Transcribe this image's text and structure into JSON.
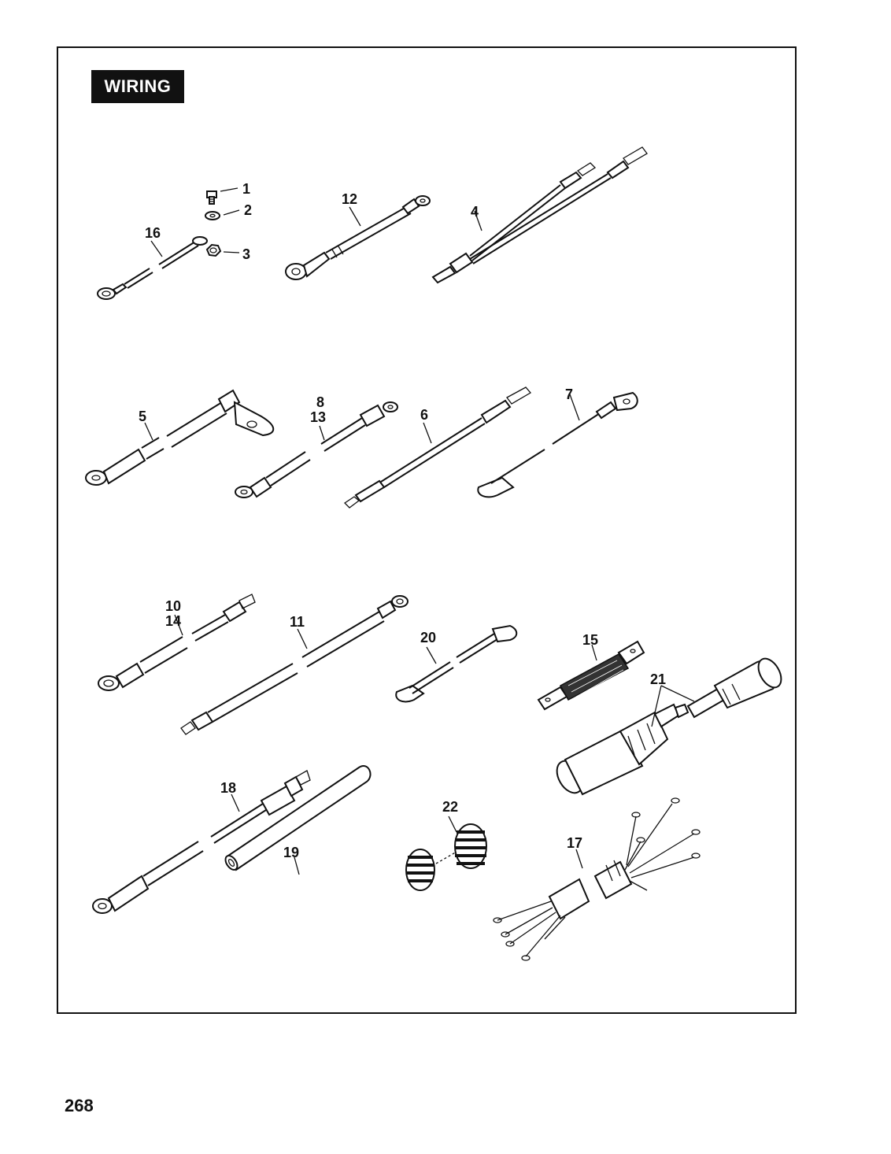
{
  "header": {
    "section_label": "WIRING"
  },
  "footer": {
    "page_number": "268"
  },
  "callouts": {
    "c1": "1",
    "c2": "2",
    "c3": "3",
    "c4": "4",
    "c5": "5",
    "c6": "6",
    "c7": "7",
    "c8": "8",
    "c13": "13",
    "c10": "10",
    "c14": "14",
    "c11": "11",
    "c12": "12",
    "c15": "15",
    "c16": "16",
    "c17": "17",
    "c18": "18",
    "c19": "19",
    "c20": "20",
    "c21": "21",
    "c22": "22"
  }
}
